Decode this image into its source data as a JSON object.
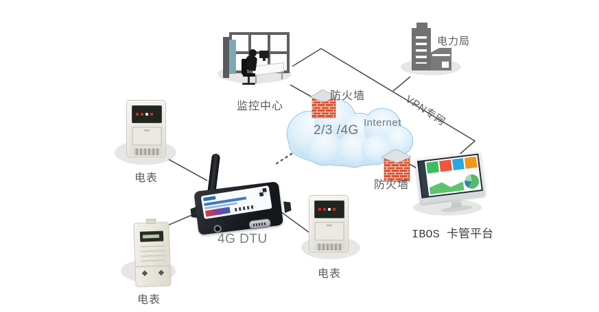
{
  "diagram_type": "network-topology",
  "background": "#ffffff",
  "nodes": {
    "monitoring_center": {
      "label": "监控中心",
      "icon": "workstation-icon"
    },
    "power_bureau": {
      "label": "电力局",
      "icon": "building-icon"
    },
    "firewall_upper": {
      "label": "防火墙",
      "icon": "firewall-icon"
    },
    "firewall_lower": {
      "label": "防火墙",
      "icon": "firewall-icon"
    },
    "internet_cloud": {
      "label": "Internet",
      "sublabel": "2/3 /4G",
      "icon": "cloud-icon"
    },
    "dtu": {
      "label": "4G DTU",
      "icon": "dtu-device-icon"
    },
    "meter_upper_left": {
      "label": "电表",
      "icon": "energy-meter-icon"
    },
    "meter_lower_left": {
      "label": "电表",
      "icon": "energy-meter-icon"
    },
    "meter_lower_middle": {
      "label": "电表",
      "icon": "energy-meter-icon"
    },
    "platform": {
      "label": "IBOS 卡管平台",
      "icon": "monitor-icon"
    }
  },
  "links": {
    "vpn": {
      "label": "VPN专网",
      "style": "solid"
    },
    "dtu_to_cloud": {
      "style": "dashed"
    }
  },
  "edges": [
    {
      "from": "monitoring_center",
      "to": "vpn_junction"
    },
    {
      "from": "power_bureau",
      "to": "vpn_junction"
    },
    {
      "from": "vpn_junction",
      "to": "platform",
      "via": "vpn"
    },
    {
      "from": "monitoring_center",
      "to": "firewall_upper"
    },
    {
      "from": "firewall_upper",
      "to": "internet_cloud"
    },
    {
      "from": "internet_cloud",
      "to": "firewall_lower"
    },
    {
      "from": "firewall_lower",
      "to": "platform"
    },
    {
      "from": "dtu",
      "to": "internet_cloud",
      "via": "dtu_to_cloud"
    },
    {
      "from": "meter_upper_left",
      "to": "dtu"
    },
    {
      "from": "meter_lower_left",
      "to": "dtu"
    },
    {
      "from": "meter_lower_middle",
      "to": "dtu"
    }
  ],
  "colors": {
    "line": "#4c4c4e",
    "label_text": "#595a5c",
    "cloud_fill": "#d9edf9",
    "cloud_stroke": "#a9cfe8",
    "firewall_brick": "#d8512f",
    "building_gray": "#6f7173",
    "dashboard_tiles": [
      "#3dbd5d",
      "#f05540",
      "#29a8e0",
      "#f7941e"
    ]
  }
}
